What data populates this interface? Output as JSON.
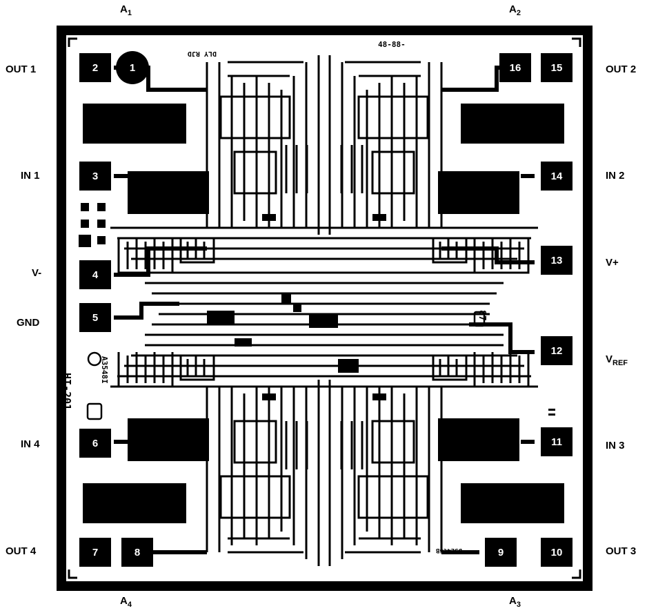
{
  "corner_labels": {
    "a1": {
      "base": "A",
      "sub": "1"
    },
    "a2": {
      "base": "A",
      "sub": "2"
    },
    "a3": {
      "base": "A",
      "sub": "3"
    },
    "a4": {
      "base": "A",
      "sub": "4"
    }
  },
  "pin_labels": {
    "out1": "OUT 1",
    "in1": "IN 1",
    "vminus": "V-",
    "gnd": "GND",
    "in4": "IN 4",
    "out4": "OUT 4",
    "out2": "OUT 2",
    "in2": "IN 2",
    "vplus": "V+",
    "vref_base": "V",
    "vref_sub": "REF",
    "in3": "IN 3",
    "out3": "OUT 3"
  },
  "pads": {
    "p1": "1",
    "p2": "2",
    "p3": "3",
    "p4": "4",
    "p5": "5",
    "p6": "6",
    "p7": "7",
    "p8": "8",
    "p9": "9",
    "p10": "10",
    "p11": "11",
    "p12": "12",
    "p13": "13",
    "p14": "14",
    "p15": "15",
    "p16": "16"
  },
  "die_markings": {
    "top_code": "48-88-",
    "initials": "DLY RJD",
    "part_number": "HI-201",
    "mask_code": "A3548I",
    "rev": "87",
    "bottom_code": "D3E4C6B"
  },
  "colors": {
    "metal": "#000000",
    "substrate": "#ffffff"
  }
}
